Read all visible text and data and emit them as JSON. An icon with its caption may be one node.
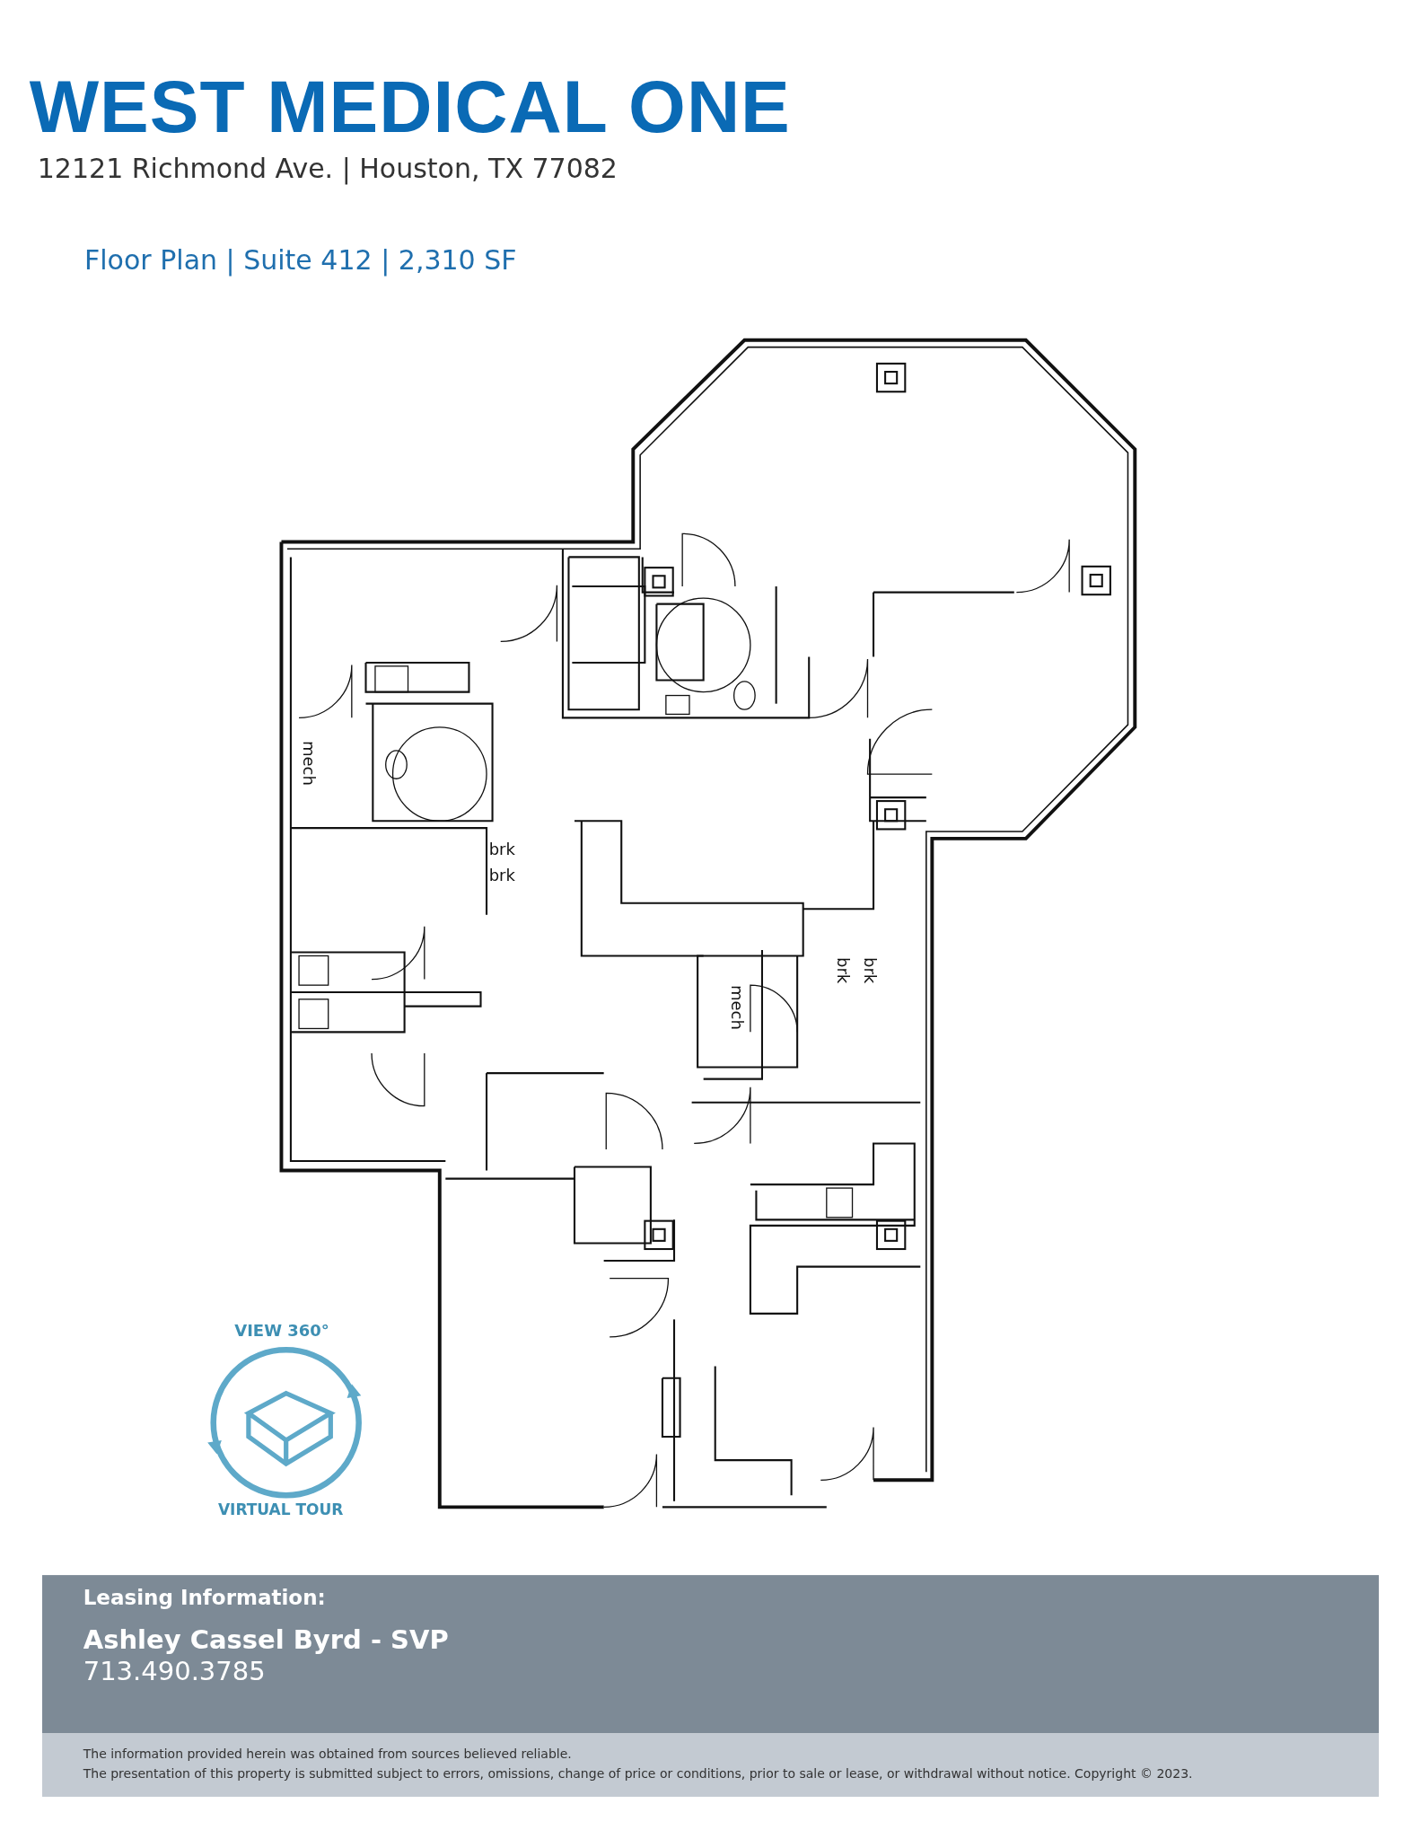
{
  "diagram": {
    "title": "WEST MEDICAL ONE",
    "labels": [
      "12121 Richmond Ave. | Houston, TX 77082",
      "Floor Plan | Suite 412 | 2,310 SF",
      "mech",
      "brk",
      "brk",
      "mech",
      "brk",
      "brk",
      "VIEW 360°",
      "VIRTUAL TOUR",
      "Leasing Information:",
      "Ashley Cassel Byrd - SVP",
      "713.490.3785",
      "The information provided herein was obtained from sources believed reliable.",
      "The presentation of this property is submitted subject to errors, omissions, change of price or conditions, prior to sale or lease, or withdrawal without notice. Copyright © 2023."
    ]
  }
}
